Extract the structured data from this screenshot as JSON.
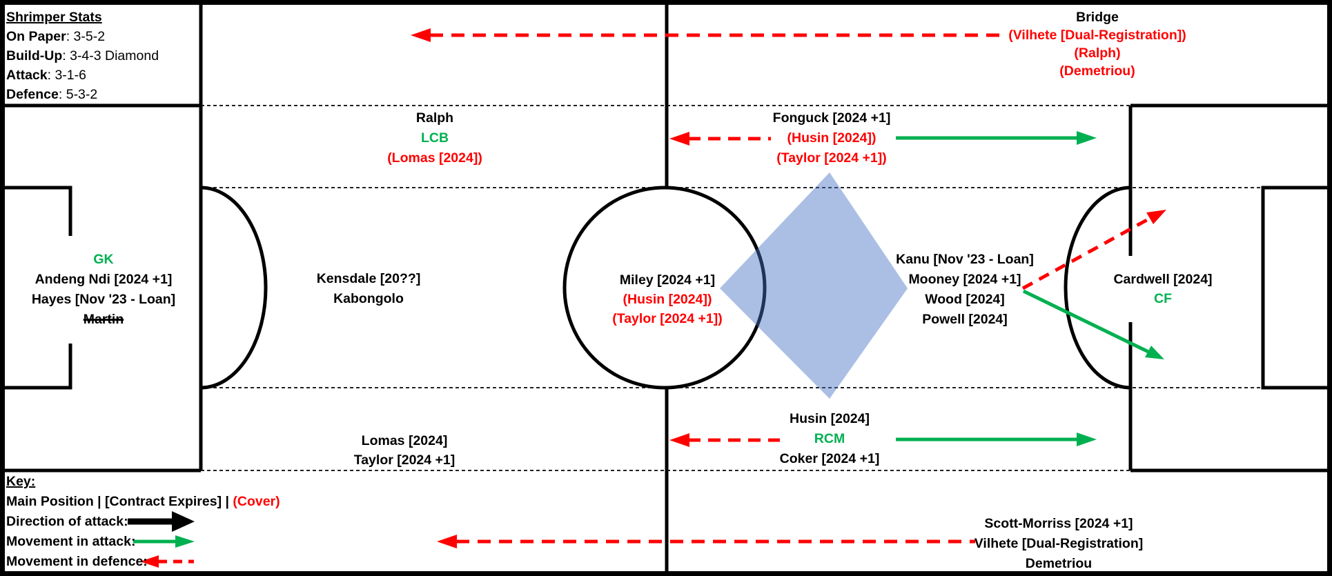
{
  "colors": {
    "red": "#FF0000",
    "green": "#00B050",
    "black": "#000000",
    "diamond_blue_base": "#4472C4",
    "diamond_blue_appearance": "#B0C4E6"
  },
  "stats_box": {
    "title": "Shrimper Stats",
    "sep": ": ",
    "rows": [
      {
        "label": "On Paper",
        "value": "3-5-2"
      },
      {
        "label": "Build-Up",
        "value": "3-4-3 Diamond"
      },
      {
        "label": "Attack",
        "value": "3-1-6"
      },
      {
        "label": "Defence",
        "value": "5-3-2"
      }
    ]
  },
  "key_box": {
    "title": "Key:",
    "legend_black": "Main Position | [Contract Expires] | ",
    "legend_cover": "(Cover)",
    "direction_of_attack": "Direction of attack:",
    "movement_in_attack": "Movement in attack:",
    "movement_in_defence": "Movement in defence:"
  },
  "positions": {
    "bridge": {
      "lines": [
        {
          "text": "Bridge",
          "color": "black"
        },
        {
          "text": "(Vilhete [Dual-Registration])",
          "color": "red"
        },
        {
          "text": "(Ralph)",
          "color": "red"
        },
        {
          "text": "(Demetriou)",
          "color": "red"
        }
      ]
    },
    "ralph": {
      "lines": [
        {
          "text": "Ralph",
          "color": "black"
        },
        {
          "text": "LCB",
          "color": "green"
        },
        {
          "text": "(Lomas [2024])",
          "color": "red"
        }
      ]
    },
    "fonguck": {
      "lines": [
        {
          "text": "Fonguck [2024 +1]",
          "color": "black"
        },
        {
          "text": "(Husin [2024])",
          "color": "red"
        },
        {
          "text": "(Taylor [2024 +1])",
          "color": "red"
        }
      ]
    },
    "gk": {
      "lines": [
        {
          "text": "GK",
          "color": "green"
        },
        {
          "text": "Andeng Ndi [2024 +1]",
          "color": "black"
        },
        {
          "text": "Hayes [Nov '23 - Loan]",
          "color": "black"
        },
        {
          "text": "Martin",
          "color": "black",
          "strikethrough": true
        }
      ]
    },
    "kensdale": {
      "lines": [
        {
          "text": "Kensdale [20??]",
          "color": "black"
        },
        {
          "text": "Kabongolo",
          "color": "black"
        }
      ]
    },
    "miley": {
      "lines": [
        {
          "text": "Miley [2024 +1]",
          "color": "black"
        },
        {
          "text": "(Husin [2024])",
          "color": "red"
        },
        {
          "text": "(Taylor [2024 +1])",
          "color": "red"
        }
      ]
    },
    "kanu": {
      "lines": [
        {
          "text": "Kanu [Nov '23 - Loan]",
          "color": "black"
        },
        {
          "text": "Mooney [2024 +1]",
          "color": "black"
        },
        {
          "text": "Wood [2024]",
          "color": "black"
        },
        {
          "text": "Powell [2024]",
          "color": "black"
        }
      ]
    },
    "cardwell": {
      "lines": [
        {
          "text": "Cardwell [2024]",
          "color": "black"
        },
        {
          "text": "CF",
          "color": "green"
        }
      ]
    },
    "husin": {
      "lines": [
        {
          "text": "Husin [2024]",
          "color": "black"
        },
        {
          "text": "RCM",
          "color": "green"
        },
        {
          "text": "Coker [2024 +1]",
          "color": "black"
        }
      ]
    },
    "lomas": {
      "lines": [
        {
          "text": "Lomas [2024]",
          "color": "black"
        },
        {
          "text": "Taylor [2024 +1]",
          "color": "black"
        }
      ]
    },
    "scott": {
      "lines": [
        {
          "text": "Scott-Morriss [2024 +1]",
          "color": "black"
        },
        {
          "text": "Vilhete [Dual-Registration]",
          "color": "black"
        },
        {
          "text": "Demetriou",
          "color": "black"
        }
      ]
    }
  }
}
